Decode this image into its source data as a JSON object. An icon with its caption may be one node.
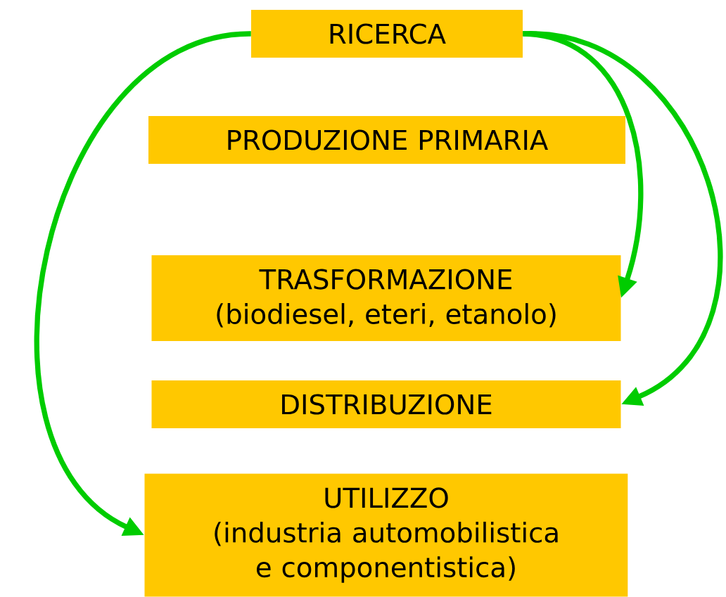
{
  "diagram": {
    "nodes": [
      {
        "text": [
          "RICERCA"
        ]
      },
      {
        "text": [
          "PRODUZIONE PRIMARIA"
        ]
      },
      {
        "text": [
          "TRASFORMAZIONE",
          "(biodiesel, eteri, etanolo)"
        ]
      },
      {
        "text": [
          "DISTRIBUZIONE"
        ]
      },
      {
        "text": [
          "UTILIZZO",
          "(industria automobilistica e componentistica)"
        ]
      }
    ],
    "edges": [
      {
        "from": 0,
        "to": 4,
        "arrow": "to"
      },
      {
        "from": 0,
        "to": 2,
        "arrow": "to"
      },
      {
        "from": 0,
        "to": 3,
        "arrow": "to"
      }
    ]
  }
}
